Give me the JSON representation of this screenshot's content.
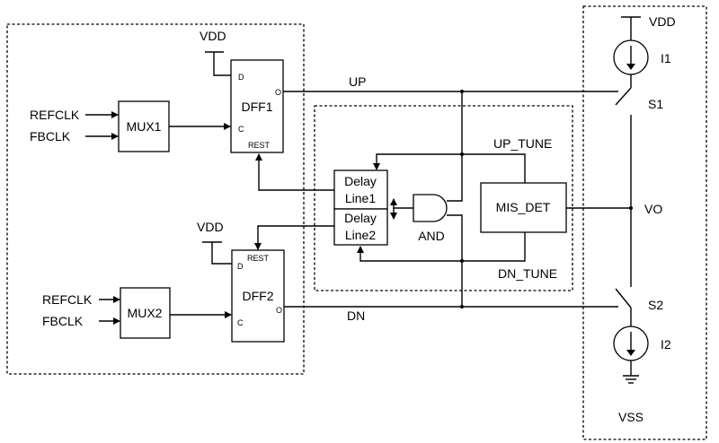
{
  "labels": {
    "refclk1": "REFCLK",
    "fbclk1": "FBCLK",
    "refclk2": "REFCLK",
    "fbclk2": "FBCLK",
    "mux1": "MUX1",
    "mux2": "MUX2",
    "dff1": "DFF1",
    "dff2": "DFF2",
    "vdd_dff1": "VDD",
    "vdd_dff2": "VDD",
    "vdd_right": "VDD",
    "vss": "VSS",
    "pin_d1": "D",
    "pin_c1": "C",
    "pin_o1": "O",
    "pin_rest1": "REST",
    "pin_d2": "D",
    "pin_c2": "C",
    "pin_o2": "O",
    "pin_rest2": "REST",
    "up": "UP",
    "dn": "DN",
    "up_tune": "UP_TUNE",
    "dn_tune": "DN_TUNE",
    "delay1_a": "Delay",
    "delay1_b": "Line1",
    "delay2_a": "Delay",
    "delay2_b": "Line2",
    "and": "AND",
    "mis_det": "MIS_DET",
    "vo": "VO",
    "i1": "I1",
    "i2": "I2",
    "s1": "S1",
    "s2": "S2"
  }
}
